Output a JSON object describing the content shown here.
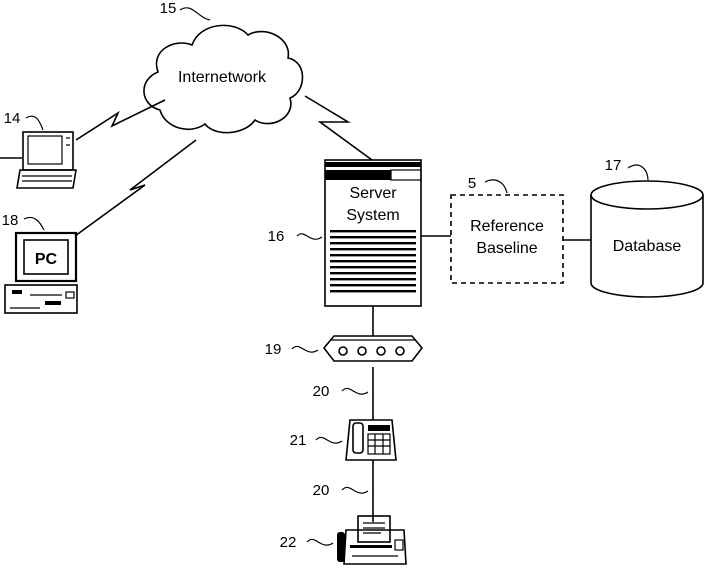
{
  "nodes": {
    "internetwork": {
      "label": "Internetwork",
      "ref": "15"
    },
    "laptop": {
      "ref": "14"
    },
    "pc": {
      "label": "PC",
      "ref": "18"
    },
    "server": {
      "label_line1": "Server",
      "label_line2": "System",
      "ref": "16"
    },
    "reference_baseline": {
      "label_line1": "Reference",
      "label_line2": "Baseline",
      "ref": "5"
    },
    "database": {
      "label": "Database",
      "ref": "17"
    },
    "modem": {
      "ref": "19"
    },
    "telephone": {
      "ref": "21"
    },
    "fax": {
      "ref": "22"
    }
  },
  "links": {
    "line_upper": {
      "ref": "20"
    },
    "line_lower": {
      "ref": "20"
    }
  }
}
